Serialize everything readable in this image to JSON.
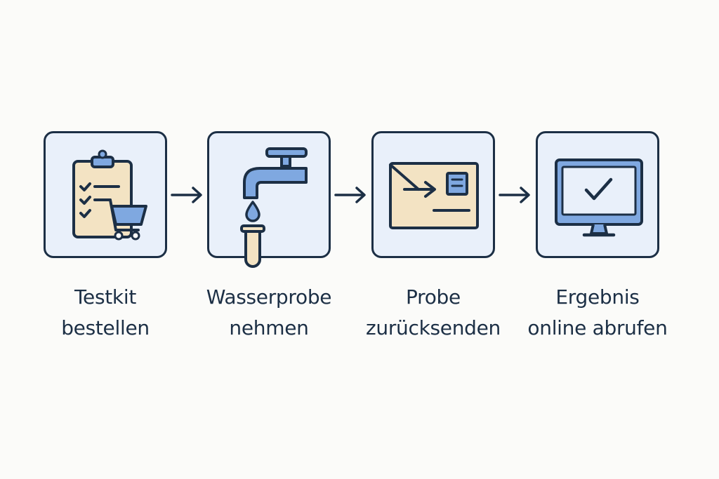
{
  "colors": {
    "background": "#fbfbf9",
    "outline": "#1c2f45",
    "box_fill": "#e9f0fa",
    "accent_blue": "#7fa8e0",
    "accent_beige": "#f3e3c3"
  },
  "steps": [
    {
      "icon": "clipboard-cart-icon",
      "line1": "Testkit",
      "line2": "bestellen"
    },
    {
      "icon": "water-tap-icon",
      "line1": "Wasserprobe",
      "line2": "nehmen"
    },
    {
      "icon": "envelope-icon",
      "line1": "Probe",
      "line2": "zurücksenden"
    },
    {
      "icon": "monitor-check-icon",
      "line1": "Ergebnis",
      "line2": "online abrufen"
    }
  ]
}
